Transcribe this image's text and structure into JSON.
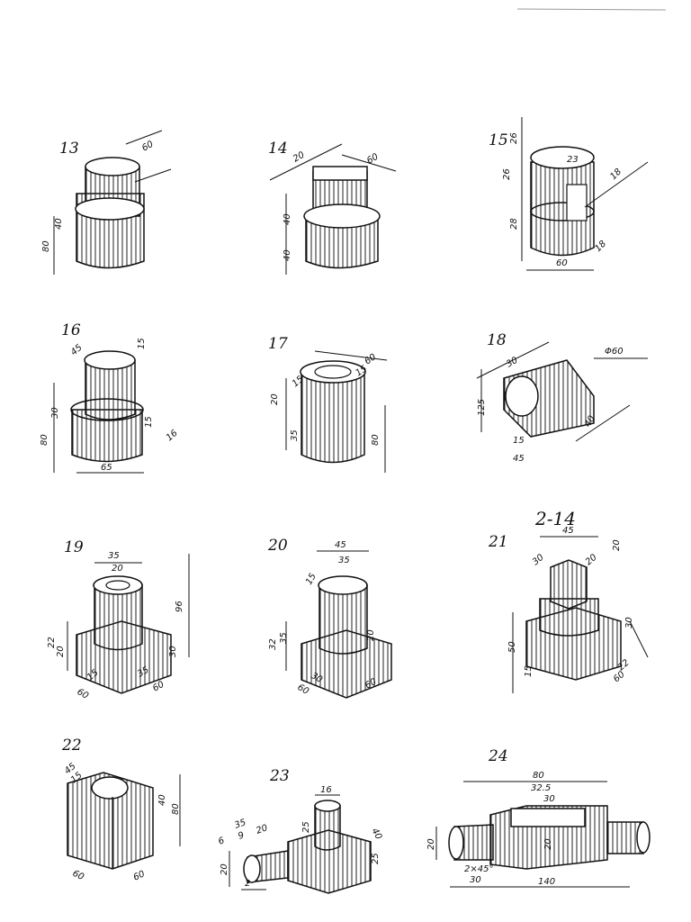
{
  "page": {
    "note": "2-14"
  },
  "parts": [
    {
      "number": "13",
      "dims": [
        "60",
        "40",
        "80"
      ]
    },
    {
      "number": "14",
      "dims": [
        "20",
        "60",
        "40",
        "40"
      ]
    },
    {
      "number": "15",
      "dims": [
        "26",
        "26",
        "28",
        "23",
        "18",
        "18",
        "60"
      ]
    },
    {
      "number": "16",
      "dims": [
        "45",
        "15",
        "30",
        "80",
        "15",
        "16",
        "65"
      ]
    },
    {
      "number": "17",
      "dims": [
        "60",
        "15",
        "20",
        "35",
        "80",
        "15"
      ]
    },
    {
      "number": "18",
      "dims": [
        "30",
        "Φ60",
        "125",
        "40",
        "15",
        "45"
      ]
    },
    {
      "number": "19",
      "dims": [
        "35",
        "20",
        "96",
        "22",
        "20",
        "30",
        "15",
        "35",
        "60",
        "60"
      ]
    },
    {
      "number": "20",
      "dims": [
        "45",
        "35",
        "15",
        "32",
        "35",
        "20",
        "30",
        "60",
        "60"
      ]
    },
    {
      "number": "21",
      "dims": [
        "45",
        "30",
        "20",
        "20",
        "30",
        "50",
        "15",
        "22",
        "60"
      ]
    },
    {
      "number": "22",
      "dims": [
        "45",
        "15",
        "40",
        "80",
        "60",
        "60"
      ]
    },
    {
      "number": "23",
      "dims": [
        "16",
        "35",
        "6",
        "9",
        "20",
        "25",
        "40",
        "20",
        "25",
        "2"
      ]
    },
    {
      "number": "24",
      "dims": [
        "80",
        "32.5",
        "30",
        "20",
        "20",
        "2×45°",
        "30",
        "140"
      ]
    }
  ]
}
